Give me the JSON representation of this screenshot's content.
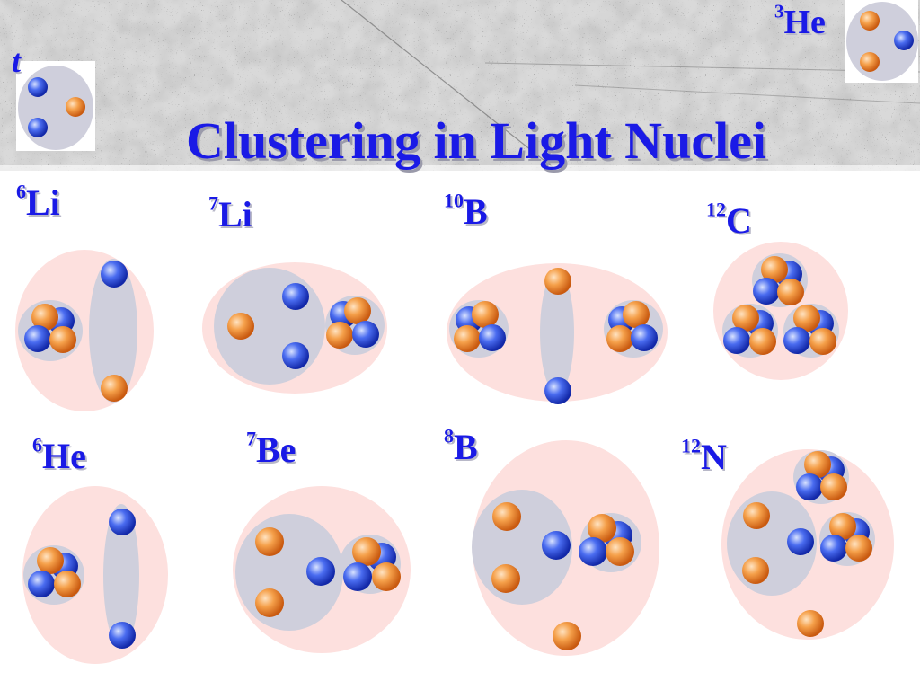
{
  "title": "Clustering in Light Nuclei",
  "triton_label": "t",
  "helium3": {
    "mass": "3",
    "symbol": "He"
  },
  "nuclei": [
    {
      "id": "li6",
      "mass": "6",
      "symbol": "Li"
    },
    {
      "id": "li7",
      "mass": "7",
      "symbol": "Li"
    },
    {
      "id": "b10",
      "mass": "10",
      "symbol": "B"
    },
    {
      "id": "c12",
      "mass": "12",
      "symbol": "C"
    },
    {
      "id": "he6",
      "mass": "6",
      "symbol": "He"
    },
    {
      "id": "be7",
      "mass": "7",
      "symbol": "Be"
    },
    {
      "id": "b8",
      "mass": "8",
      "symbol": "B"
    },
    {
      "id": "n12",
      "mass": "12",
      "symbol": "N"
    }
  ],
  "colors": {
    "proton": "#f08a2a",
    "neutron": "#2a4ee0",
    "nucleus_envelope": "#fde0de",
    "cluster_region": "#cfcfdc",
    "label": "#1a1ae6"
  }
}
